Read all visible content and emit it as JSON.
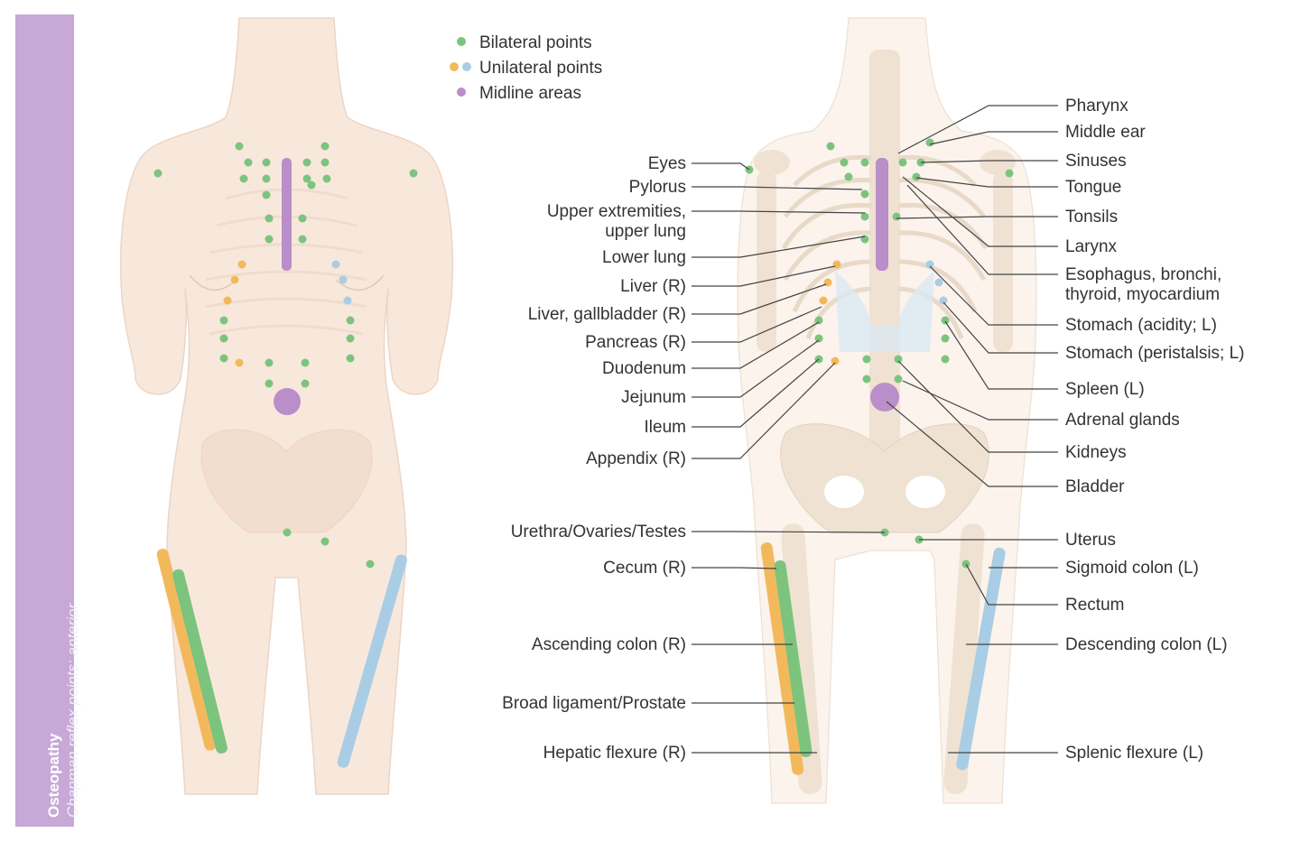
{
  "sidebar": {
    "title": "Osteopathy",
    "subtitle": "Chapman reflex points: anterior"
  },
  "legend": [
    {
      "label": "Bilateral points",
      "colors": [
        "#7cc47e"
      ]
    },
    {
      "label": "Unilateral points",
      "colors": [
        "#f2b95c",
        "#a9cde4"
      ]
    },
    {
      "label": "Midline areas",
      "colors": [
        "#b98ec9"
      ]
    }
  ],
  "colors": {
    "bilateral": "#7cc47e",
    "unilateral_right": "#f2b95c",
    "unilateral_left": "#a9cde4",
    "midline": "#b98ec9",
    "skin": "#f8e8dc",
    "bone": "#efe2d3",
    "cartilage": "#dbe9f4"
  },
  "labels_left": [
    "Eyes",
    "Pylorus",
    "Upper extremities,\nupper lung",
    "Lower lung",
    "Liver (R)",
    "Liver, gallbladder (R)",
    "Pancreas (R)",
    "Duodenum",
    "Jejunum",
    "Ileum",
    "Appendix (R)",
    "Urethra/Ovaries/Testes",
    "Cecum (R)",
    "Ascending colon (R)",
    "Broad ligament/Prostate",
    "Hepatic flexure (R)"
  ],
  "labels_right": [
    "Pharynx",
    "Middle ear",
    "Sinuses",
    "Tongue",
    "Tonsils",
    "Larynx",
    "Esophagus, bronchi,\nthyroid, myocardium",
    "Stomach (acidity; L)",
    "Stomach (peristalsis; L)",
    "Spleen (L)",
    "Adrenal glands",
    "Kidneys",
    "Bladder",
    "Uterus",
    "Sigmoid colon (L)",
    "Rectum",
    "Descending colon (L)",
    "Splenic flexure (L)"
  ]
}
